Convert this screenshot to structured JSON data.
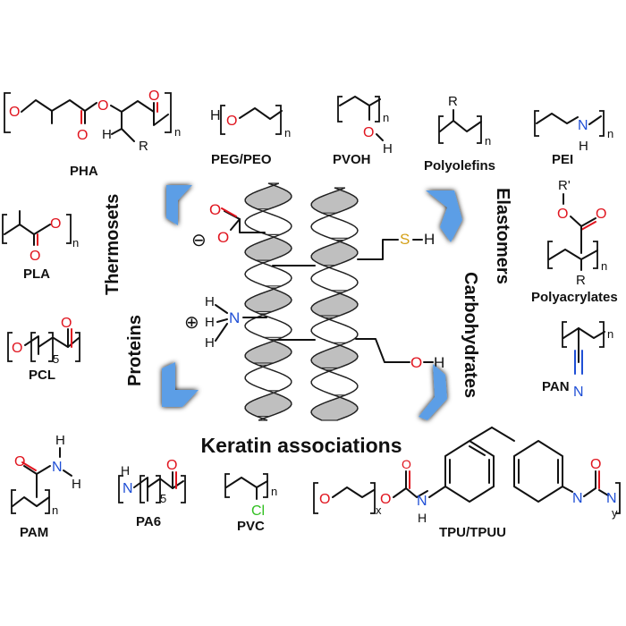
{
  "center_title": "Keratin associations",
  "side_labels": {
    "thermosets": "Thermosets",
    "proteins": "Proteins",
    "elastomers": "Elastomers",
    "carbohydrates": "Carbohydrates"
  },
  "polymers": {
    "pha": "PHA",
    "peg": "PEG/PEO",
    "pvoh": "PVOH",
    "polyolefins": "Polyolefins",
    "pei": "PEI",
    "pla": "PLA",
    "polyacrylates": "Polyacrylates",
    "pcl": "PCL",
    "pan": "PAN",
    "pam": "PAM",
    "pa6": "PA6",
    "pvc": "PVC",
    "tpu": "TPU/TPUU"
  },
  "atoms": {
    "O": "O",
    "H": "H",
    "R": "R",
    "Rp": "R'",
    "N": "N",
    "Cl": "Cl",
    "S": "S",
    "n": "n",
    "x": "x",
    "y": "y",
    "five": "5",
    "minus": "⊖",
    "plus": "⊕"
  },
  "colors": {
    "oxygen": "#e0141e",
    "nitrogen": "#1f4fd6",
    "sulfur": "#d4a017",
    "chlorine": "#2fbf1f",
    "arrow": "#5b9ee6",
    "helix": "#bfbfbf"
  }
}
